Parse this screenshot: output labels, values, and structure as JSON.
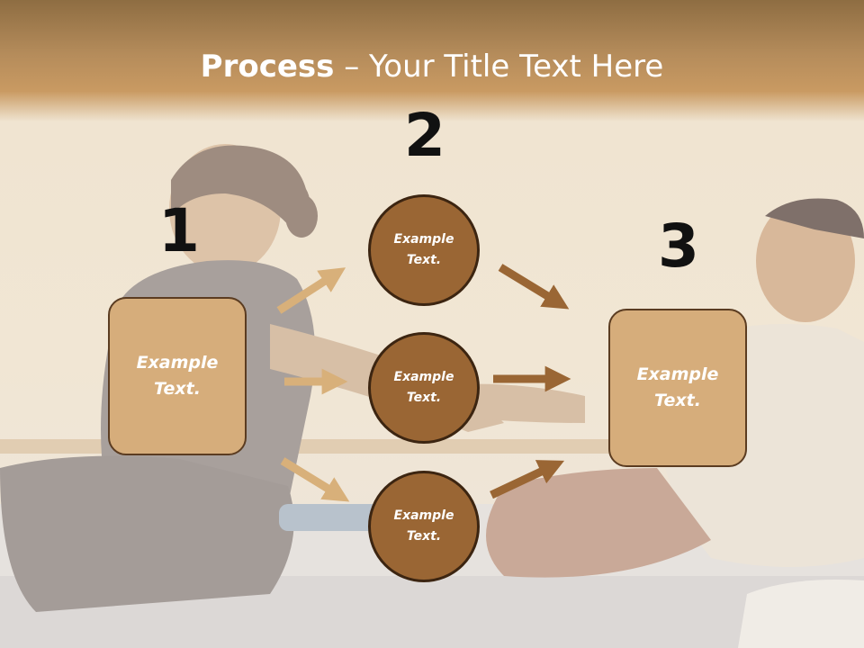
{
  "slide": {
    "title_bold": "Process",
    "title_dash": " – ",
    "title_rest": "Your Title Text Here",
    "step_numbers": [
      "1",
      "2",
      "3"
    ],
    "left_box": {
      "line1": "Example",
      "line2": "Text."
    },
    "right_box": {
      "line1": "Example",
      "line2": "Text."
    },
    "circles": [
      {
        "line1": "Example",
        "line2": "Text."
      },
      {
        "line1": "Example",
        "line2": "Text."
      },
      {
        "line1": "Example",
        "line2": "Text."
      }
    ]
  },
  "colors": {
    "header": "#b58c5b",
    "box_fill": "#d6ad7b",
    "box_border": "#5b3c21",
    "circle_fill": "#9a6634",
    "circle_border": "#3c2511",
    "arrow_light": "#d8b07a",
    "arrow_dark": "#9a6634"
  },
  "background": {
    "image": "massage-therapy-photo"
  }
}
